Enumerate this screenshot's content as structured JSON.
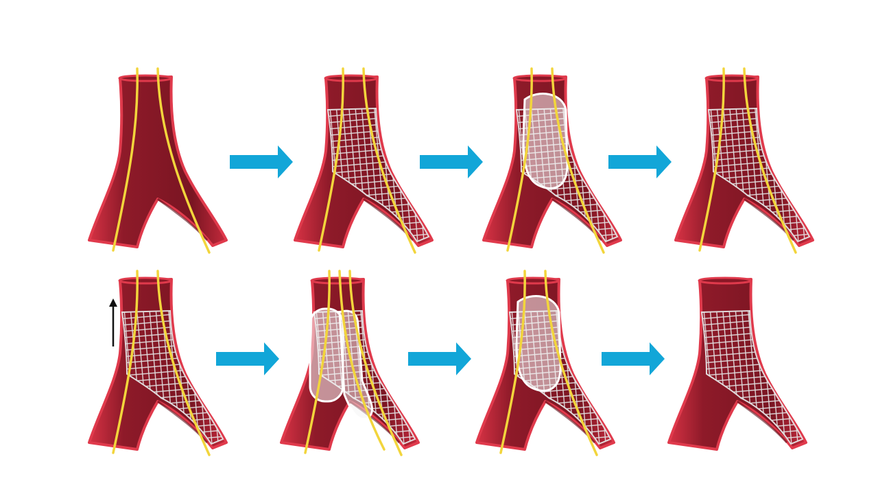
{
  "colors": {
    "background": "#ffffff",
    "vessel_outer": "#b01e32",
    "vessel_inner": "#7a1522",
    "vessel_rim": "#e03a4c",
    "guidewire": "#f2d53c",
    "stent": "#e6e6e6",
    "balloon": "#f4f4f4",
    "arrow": "#12a6d8",
    "pullback_arrow": "#111111"
  },
  "icons": {
    "step_arrow": "right-arrow-icon",
    "pullback": "up-arrow-icon"
  },
  "rows": [
    {
      "panels": [
        {
          "step": 1,
          "wires": 2,
          "stent": "none",
          "balloon": "none"
        },
        {
          "step": 2,
          "wires": 2,
          "stent": "crossover",
          "balloon": "none"
        },
        {
          "step": 3,
          "wires": 2,
          "stent": "crossover",
          "balloon": "main"
        },
        {
          "step": 4,
          "wires": 2,
          "stent": "crossover",
          "balloon": "none"
        }
      ]
    },
    {
      "panels": [
        {
          "step": 5,
          "wires": 2,
          "stent": "crossover",
          "balloon": "none",
          "pullback": true
        },
        {
          "step": 6,
          "wires": 3,
          "stent": "crossover",
          "balloon": "kissing"
        },
        {
          "step": 7,
          "wires": 2,
          "stent": "crossover",
          "balloon": "main"
        },
        {
          "step": 8,
          "wires": 0,
          "stent": "crossover",
          "balloon": "none"
        }
      ]
    }
  ]
}
